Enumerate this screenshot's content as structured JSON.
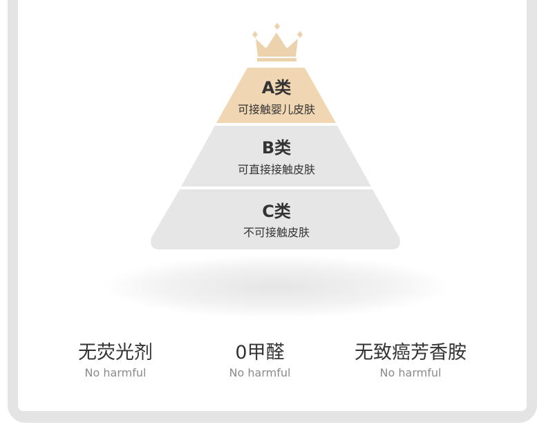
{
  "pyramid": {
    "colors": {
      "a_fill": "#f0d6b2",
      "b_fill": "#e6e6e6",
      "c_fill": "#e6e6e6",
      "crown": "#edd3ad"
    },
    "icon": "crown-icon",
    "tiers": [
      {
        "title": "A类",
        "subtitle": "可接触婴儿皮肤"
      },
      {
        "title": "B类",
        "subtitle": "可直接接触皮肤"
      },
      {
        "title": "C类",
        "subtitle": "不可接触皮肤"
      }
    ]
  },
  "features": [
    {
      "title": "无荧光剂",
      "subtitle": "No harmful"
    },
    {
      "title": "0甲醛",
      "subtitle": "No harmful"
    },
    {
      "title": "无致癌芳香胺",
      "subtitle": "No harmful"
    }
  ]
}
